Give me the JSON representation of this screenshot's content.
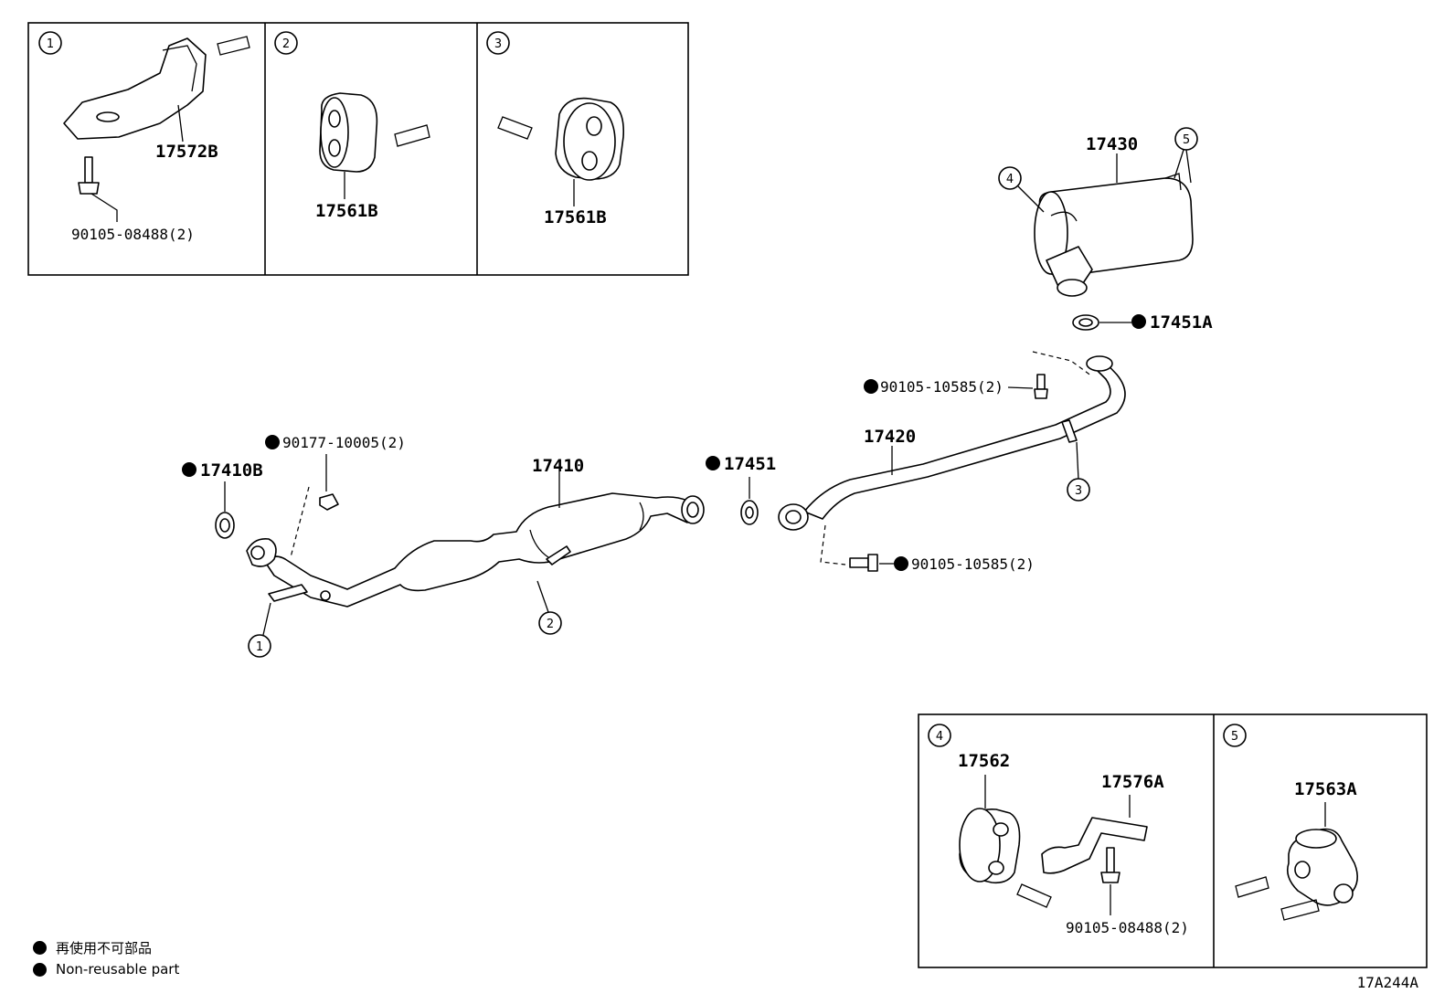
{
  "insets": {
    "inset1": {
      "index": "1",
      "part": "17572B",
      "bolt": "90105-08488(2)"
    },
    "inset2": {
      "index": "2",
      "part": "17561B"
    },
    "inset3": {
      "index": "3",
      "part": "17561B"
    },
    "inset4": {
      "index": "4",
      "part_a": "17562",
      "part_b": "17576A",
      "bolt": "90105-08488(2)"
    },
    "inset5": {
      "index": "5",
      "part": "17563A"
    }
  },
  "main": {
    "muffler": "17430",
    "gasket_rear": "17451A",
    "bolt_upper": "90105-10585(2)",
    "center_pipe": "17420",
    "bolt_lower": "90105-10585(2)",
    "front_pipe": "17410",
    "gasket_mid": "17451",
    "gasket_front": "17410B",
    "nut": "90177-10005(2)",
    "callout_1": "1",
    "callout_2": "2",
    "callout_3": "3",
    "callout_4": "4",
    "callout_5": "5"
  },
  "legend": {
    "line1": "再使用不可部品",
    "line2": "Non-reusable part"
  },
  "diagram_code": "17A244A"
}
